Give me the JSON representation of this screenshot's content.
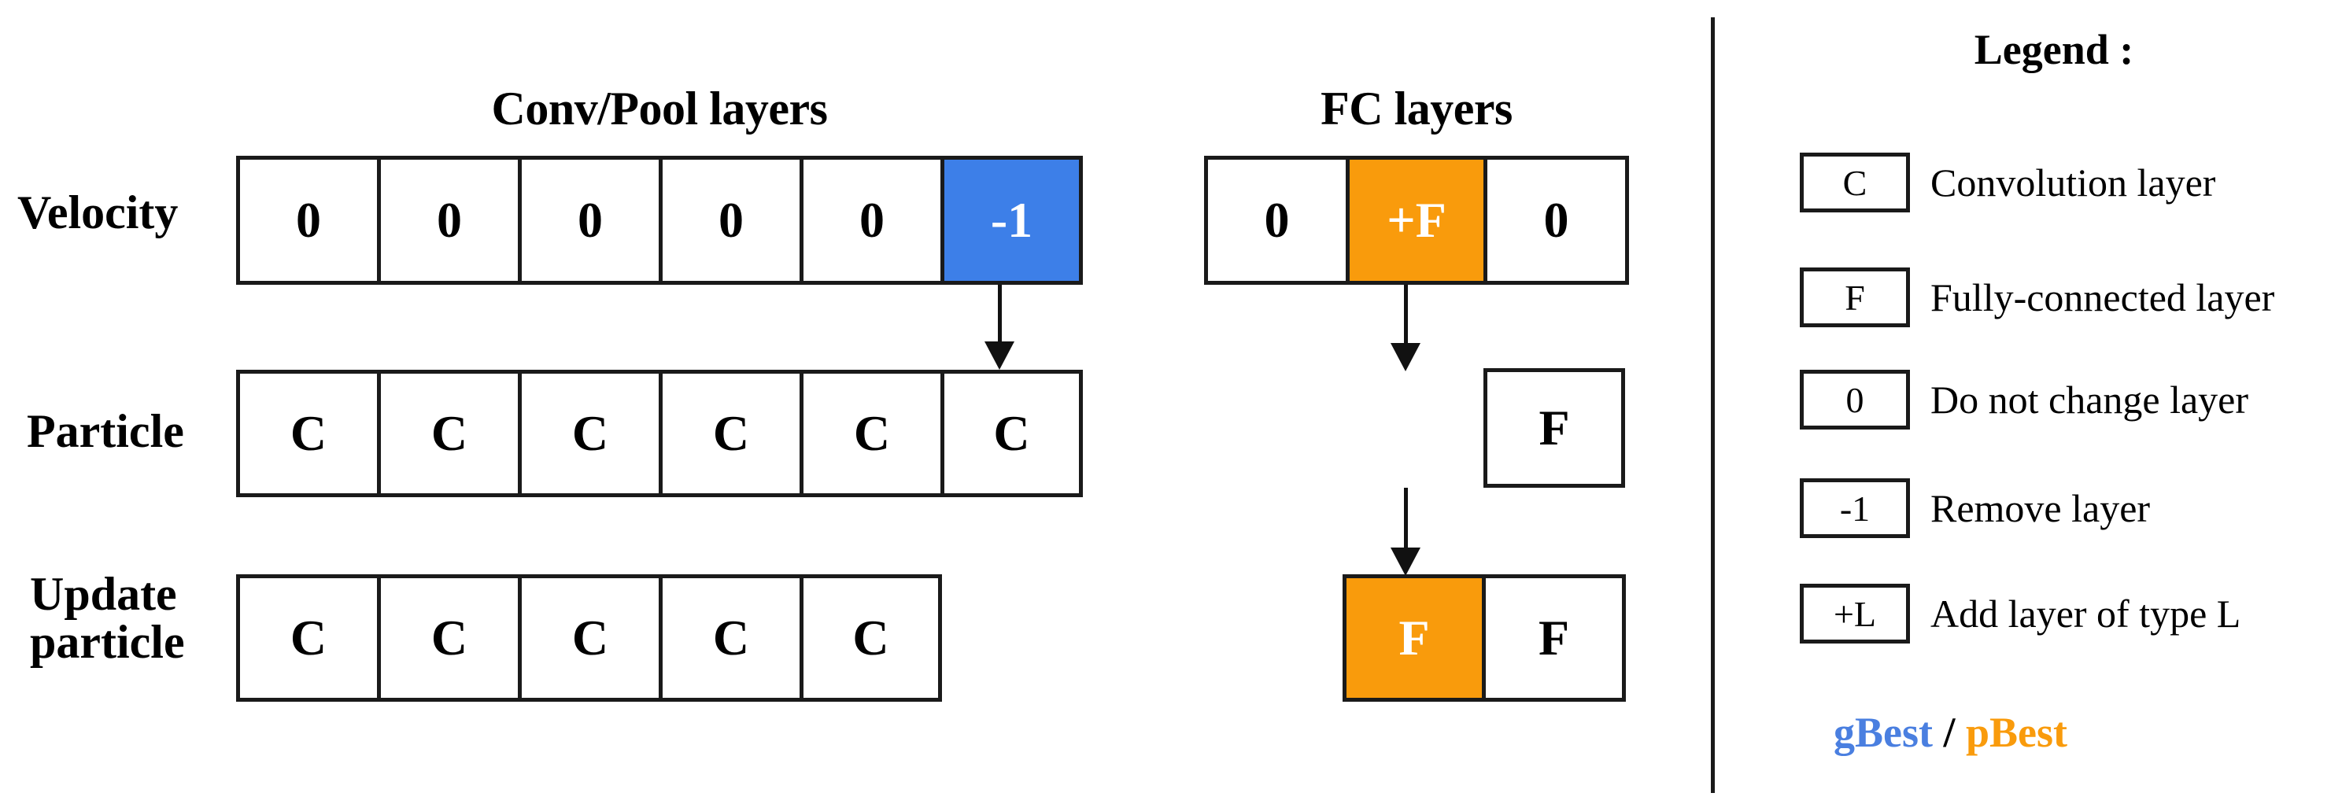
{
  "columns": {
    "conv_title": "Conv/Pool layers",
    "fc_title": "FC layers"
  },
  "rows": {
    "velocity_label": "Velocity",
    "particle_label": "Particle",
    "update_label": "Update\nparticle"
  },
  "velocity": {
    "conv_cells": [
      "0",
      "0",
      "0",
      "0",
      "0",
      "-1"
    ],
    "conv_highlight_index": 5,
    "conv_highlight_type": "gBest",
    "fc_cells": [
      "0",
      "+F",
      "0"
    ],
    "fc_highlight_index": 1,
    "fc_highlight_type": "pBest"
  },
  "particle": {
    "conv_cells": [
      "C",
      "C",
      "C",
      "C",
      "C",
      "C"
    ],
    "fc_cells": [
      "F"
    ]
  },
  "update_particle": {
    "conv_cells": [
      "C",
      "C",
      "C",
      "C",
      "C"
    ],
    "fc_cells": [
      "F",
      "F"
    ],
    "fc_highlight_index": 0,
    "fc_highlight_type": "pBest"
  },
  "legend": {
    "title": "Legend :",
    "items": [
      {
        "symbol": "C",
        "description": "Convolution layer"
      },
      {
        "symbol": "F",
        "description": "Fully-connected layer"
      },
      {
        "symbol": "0",
        "description": "Do not change layer"
      },
      {
        "symbol": "-1",
        "description": "Remove layer"
      },
      {
        "symbol": "+L",
        "description": "Add layer of type L"
      }
    ],
    "best": {
      "gbest": "gBest",
      "separator": " / ",
      "pbest": "pBest"
    }
  },
  "colors": {
    "gbest_blue": "#3d7fe8",
    "pbest_orange": "#f99b0c",
    "stroke": "#1a1a1a",
    "background": "#ffffff"
  }
}
